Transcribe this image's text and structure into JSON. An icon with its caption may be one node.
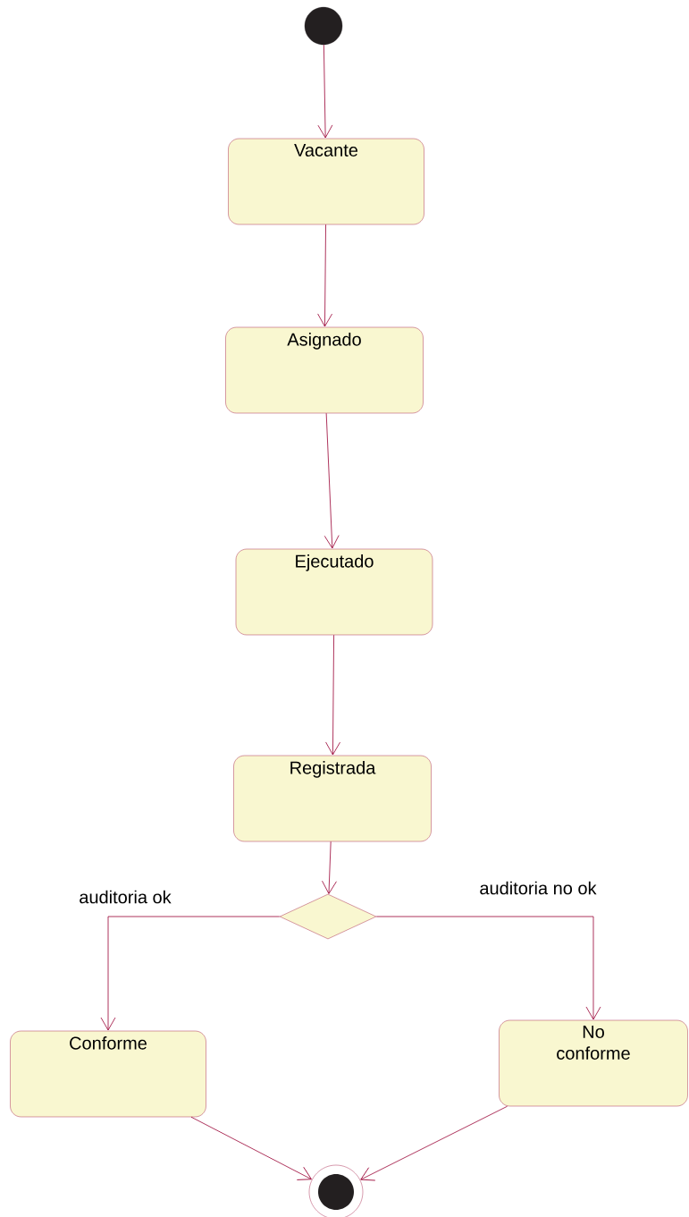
{
  "diagram": {
    "nodes": [
      {
        "text": [],
        "shape": "circle"
      },
      {
        "text": [
          "Vacante"
        ]
      },
      {
        "text": [
          "Asignado"
        ]
      },
      {
        "text": [
          "Ejecutado"
        ]
      },
      {
        "text": [
          "Registrada"
        ]
      },
      {
        "text": [],
        "shape": "diamond"
      },
      {
        "text": [
          "Conforme"
        ]
      },
      {
        "text": [
          "No conforme"
        ]
      },
      {
        "text": [],
        "shape": "circle"
      }
    ],
    "edges": [
      {
        "from": 0,
        "to": 1,
        "arrow": "to"
      },
      {
        "from": 1,
        "to": 2,
        "arrow": "to"
      },
      {
        "from": 2,
        "to": 3,
        "arrow": "to"
      },
      {
        "from": 3,
        "to": 4,
        "arrow": "to"
      },
      {
        "from": 4,
        "to": 5,
        "arrow": "to"
      },
      {
        "from": 5,
        "to": 6,
        "arrow": "to",
        "label": "auditoria  ok"
      },
      {
        "from": 5,
        "to": 7,
        "arrow": "to",
        "label": "auditoria no ok"
      },
      {
        "from": 6,
        "to": 8,
        "arrow": "to"
      },
      {
        "from": 7,
        "to": 8,
        "arrow": "to"
      }
    ]
  }
}
